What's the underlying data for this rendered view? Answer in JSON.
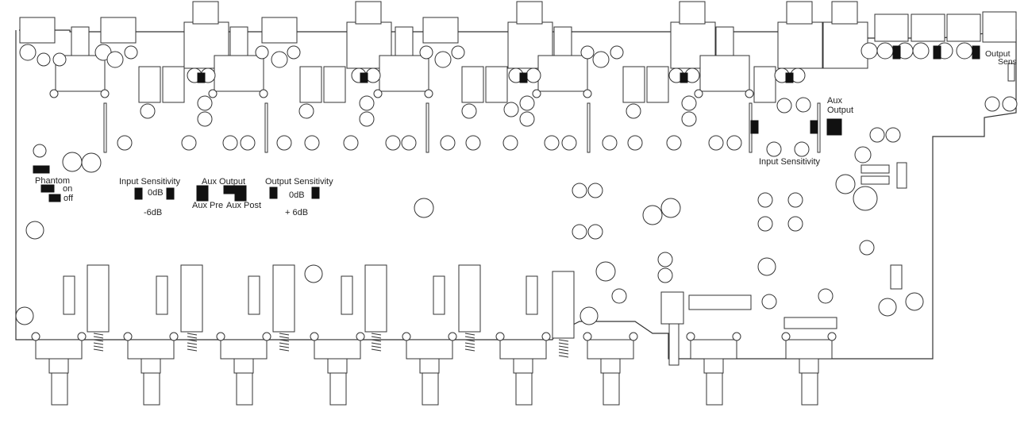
{
  "labels": {
    "phantom": "Phantom",
    "on": "on",
    "off": "off",
    "input_sensitivity": "Input Sensitivity",
    "zero_db": "0dB",
    "minus_6db": "-6dB",
    "aux_output": "Aux Output",
    "aux_pre": "Aux Pre",
    "aux_post": "Aux Post",
    "output_sensitivity": "Output Sensitivity",
    "output_zero_db": "0dB",
    "plus_6db": "+ 6dB",
    "right_input_sensitivity": "Input Sensitivity",
    "right_aux": "Aux",
    "right_output": "Output",
    "output_sens_1": "Output",
    "output_sens_2": "Sens"
  }
}
